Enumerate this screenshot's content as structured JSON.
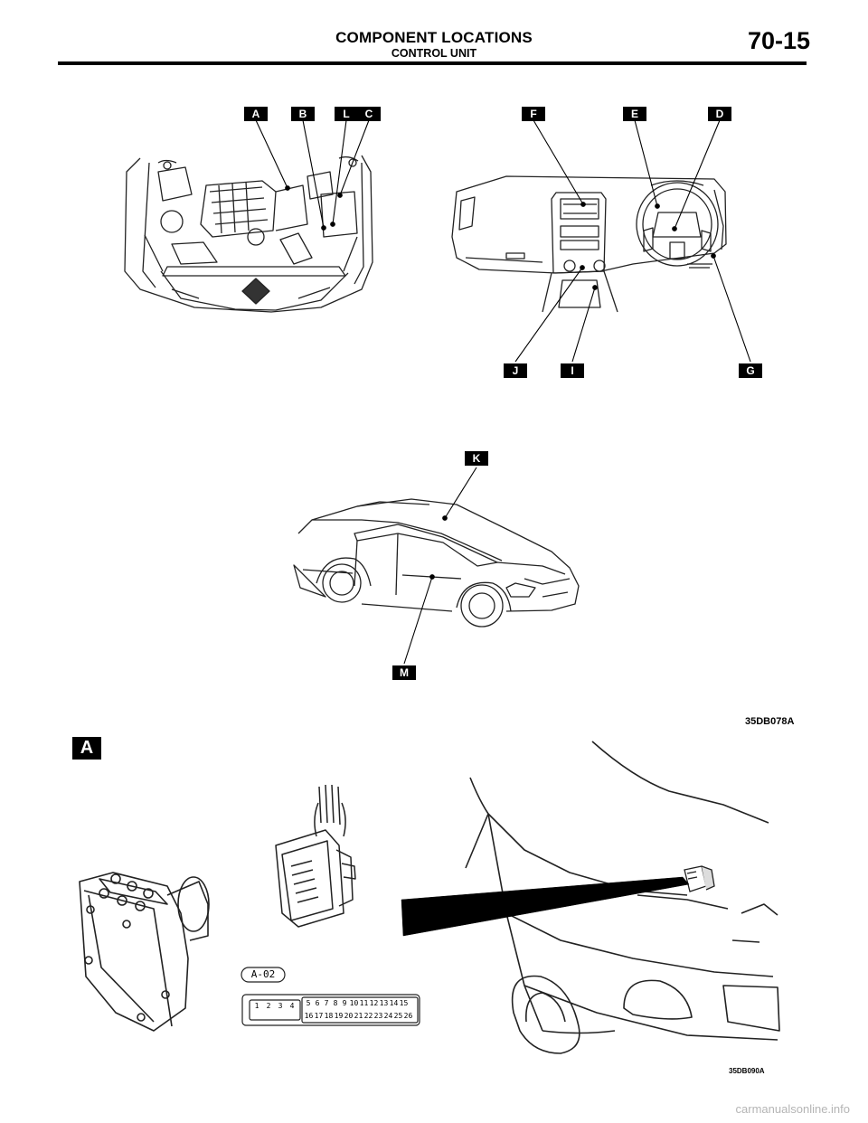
{
  "header": {
    "title": "COMPONENT LOCATIONS",
    "subtitle": "CONTROL UNIT",
    "page_number": "70-15"
  },
  "figure1": {
    "callouts": [
      "A",
      "B",
      "L",
      "C",
      "F",
      "E",
      "D",
      "J",
      "I",
      "G",
      "K",
      "M"
    ],
    "figure_code": "35DB078A"
  },
  "figure2": {
    "view_label": "A",
    "connector_label": "A-02",
    "pins_row1": [
      "1",
      "2",
      "3",
      "4",
      "5",
      "6",
      "7",
      "8",
      "9",
      "10",
      "11",
      "12",
      "13",
      "14",
      "15"
    ],
    "pins_row2": [
      "16",
      "17",
      "18",
      "19",
      "20",
      "21",
      "22",
      "23",
      "24",
      "25",
      "26"
    ],
    "figure_code": "35DB090A"
  },
  "footer": {
    "watermark": "carmanualsonline.info"
  }
}
